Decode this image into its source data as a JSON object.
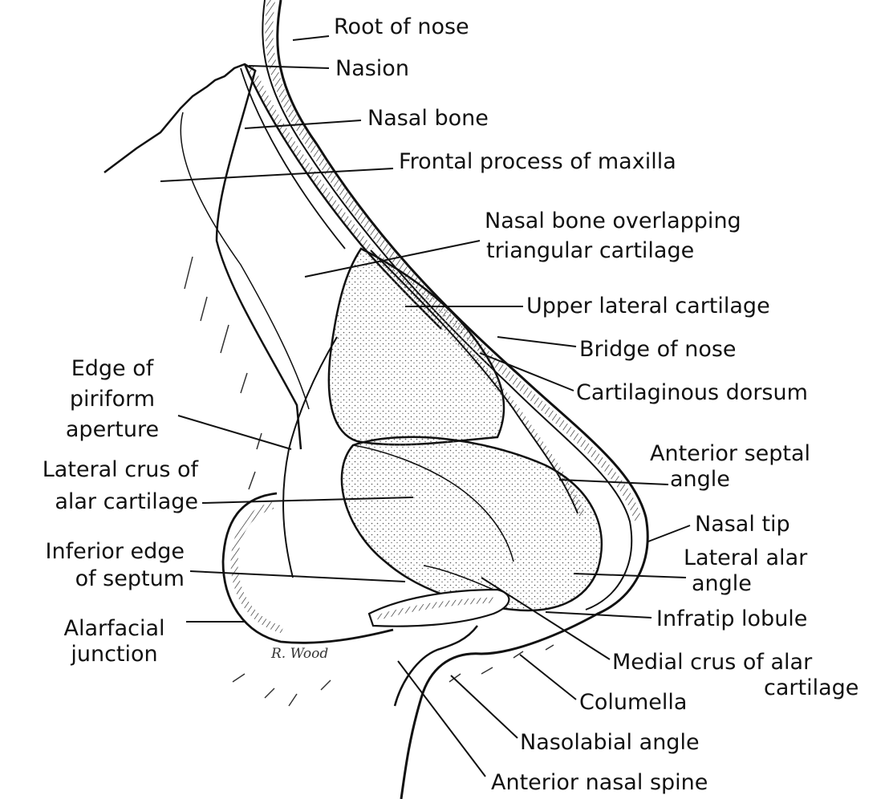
{
  "colors": {
    "ink": "#111111",
    "fill": "#ffffff",
    "stipple": "#555555"
  },
  "signature": "R. Wood",
  "labels": {
    "root_of_nose": "Root of nose",
    "nasion": "Nasion",
    "nasal_bone": "Nasal bone",
    "frontal_process": "Frontal process of maxilla",
    "overlap_1": "Nasal bone overlapping",
    "overlap_2": "triangular cartilage",
    "upper_lateral": "Upper lateral cartilage",
    "bridge": "Bridge of nose",
    "dorsum": "Cartilaginous dorsum",
    "septal_angle_1": "Anterior septal",
    "septal_angle_2": "angle",
    "nasal_tip": "Nasal tip",
    "lateral_alar_1": "Lateral alar",
    "lateral_alar_2": "angle",
    "infratip": "Infratip lobule",
    "medial_crus_1": "Medial crus of alar",
    "medial_crus_2": "cartilage",
    "columella": "Columella",
    "nasolabial": "Nasolabial angle",
    "nasal_spine": "Anterior nasal spine",
    "piriform_1": "Edge of",
    "piriform_2": "piriform",
    "piriform_3": "aperture",
    "lateral_crus_1": "Lateral crus of",
    "lateral_crus_2": "alar cartilage",
    "inferior_septum_1": "Inferior edge",
    "inferior_septum_2": "of septum",
    "alarfacial_1": "Alarfacial",
    "alarfacial_2": "junction"
  }
}
